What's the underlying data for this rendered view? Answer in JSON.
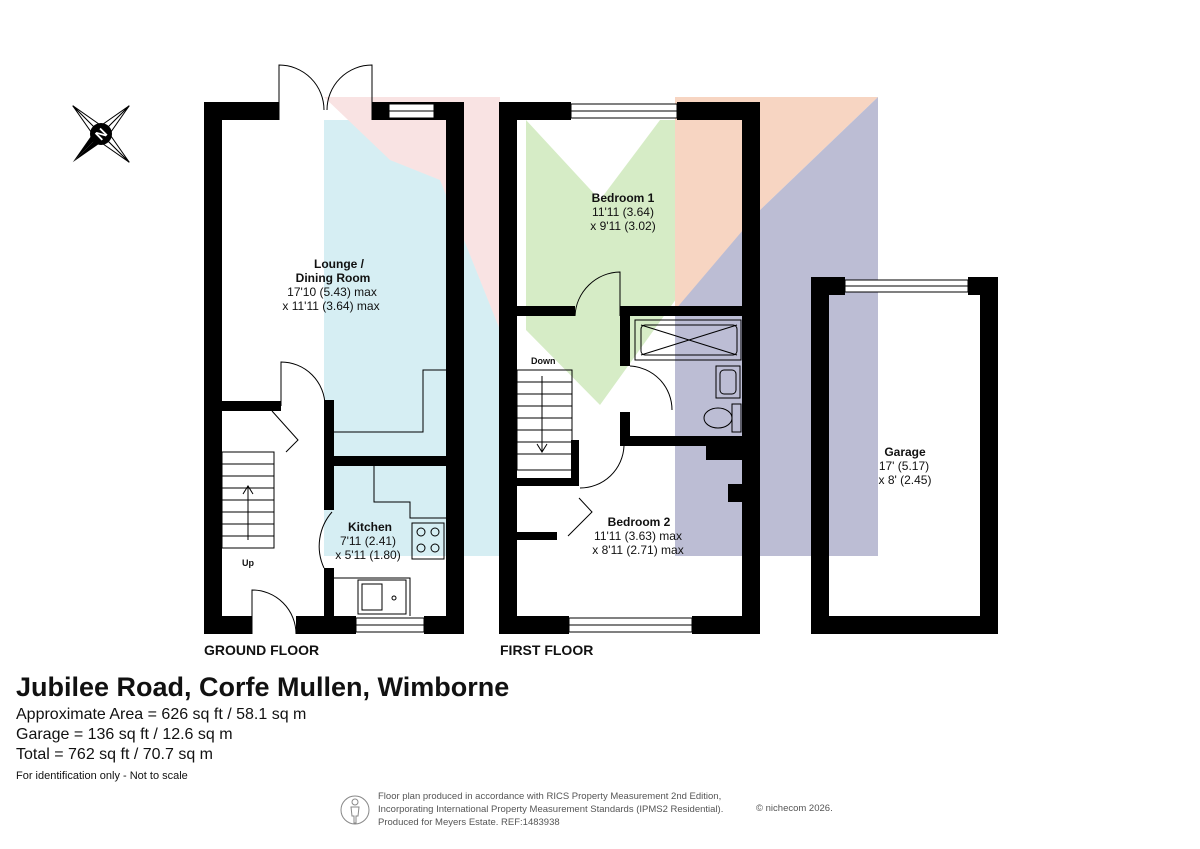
{
  "floors": {
    "ground": "GROUND FLOOR",
    "first": "FIRST FLOOR"
  },
  "rooms": {
    "lounge": {
      "name_line1": "Lounge /",
      "name_line2": "Dining Room",
      "dim1": "17'10 (5.43) max",
      "dim2": "x 11'11 (3.64) max"
    },
    "kitchen": {
      "name": "Kitchen",
      "dim1": "7'11 (2.41)",
      "dim2": "x 5'11 (1.80)"
    },
    "bedroom1": {
      "name": "Bedroom 1",
      "dim1": "11'11 (3.64)",
      "dim2": "x 9'11 (3.02)"
    },
    "bedroom2": {
      "name": "Bedroom 2",
      "dim1": "11'11 (3.63) max",
      "dim2": "x 8'11 (2.71) max"
    },
    "garage": {
      "name": "Garage",
      "dim1": "17' (5.17)",
      "dim2": "x 8' (2.45)"
    }
  },
  "stairs": {
    "up": "Up",
    "down": "Down"
  },
  "compass": {
    "letter": "N"
  },
  "property": {
    "title": "Jubilee Road, Corfe Mullen, Wimborne",
    "area": "Approximate Area = 626 sq ft / 58.1 sq m",
    "garage": "Garage = 136 sq ft / 12.6 sq m",
    "total": "Total = 762 sq ft / 70.7 sq m",
    "note": "For identification only - Not to scale"
  },
  "footer": {
    "line1": "Floor plan produced in accordance with RICS Property Measurement 2nd Edition,",
    "line2": "Incorporating International Property Measurement Standards (IPMS2 Residential).",
    "line3": "Produced for Meyers Estate.   REF:1483938",
    "copyright": "© nichecom 2026."
  },
  "colors": {
    "wall": "#000000",
    "lounge_tint": "#d6eef3",
    "pink_tint": "#f9e3e3",
    "green_tint": "#d6ecc6",
    "peach_tint": "#f7d5c2",
    "lavender_tint": "#bcbdd4"
  }
}
